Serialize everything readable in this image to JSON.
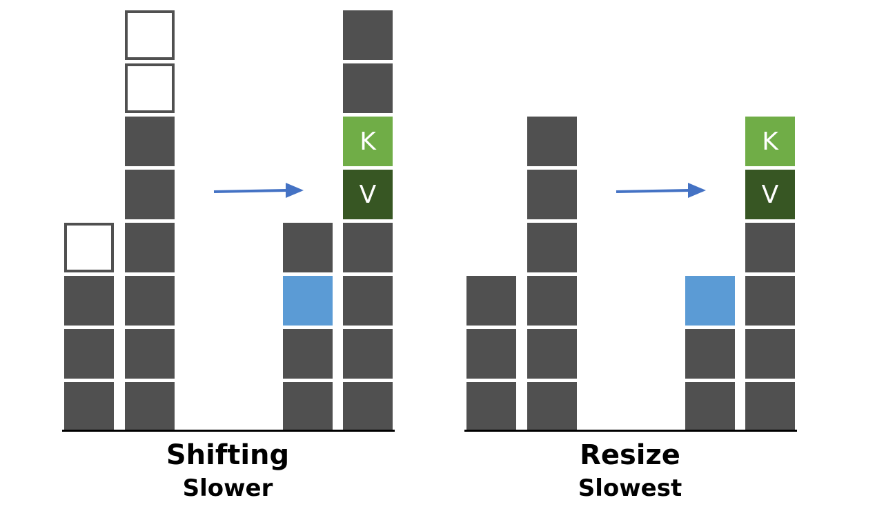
{
  "panels": [
    {
      "title": "Shifting",
      "subtitle": "Slower",
      "before": [
        [
          "dark",
          "dark",
          "dark",
          "empty"
        ],
        [
          "dark",
          "dark",
          "dark",
          "dark",
          "dark",
          "dark",
          "empty",
          "empty"
        ]
      ],
      "after": [
        [
          "dark",
          "dark",
          "blue",
          "dark"
        ],
        [
          "dark",
          "dark",
          "dark",
          "dark",
          "val",
          "key",
          "dark",
          "dark"
        ]
      ]
    },
    {
      "title": "Resize",
      "subtitle": "Slowest",
      "before": [
        [
          "dark",
          "dark",
          "dark"
        ],
        [
          "dark",
          "dark",
          "dark",
          "dark",
          "dark",
          "dark"
        ]
      ],
      "after": [
        [
          "dark",
          "dark",
          "blue"
        ],
        [
          "dark",
          "dark",
          "dark",
          "dark",
          "val",
          "key"
        ]
      ]
    }
  ],
  "labels": {
    "key": "K",
    "value": "V"
  },
  "colors": {
    "slot_filled": "#505050",
    "slot_empty_border": "#505050",
    "new_slot": "#5b9bd5",
    "key": "#70ad47",
    "value": "#375623",
    "arrow": "#4472c4"
  }
}
